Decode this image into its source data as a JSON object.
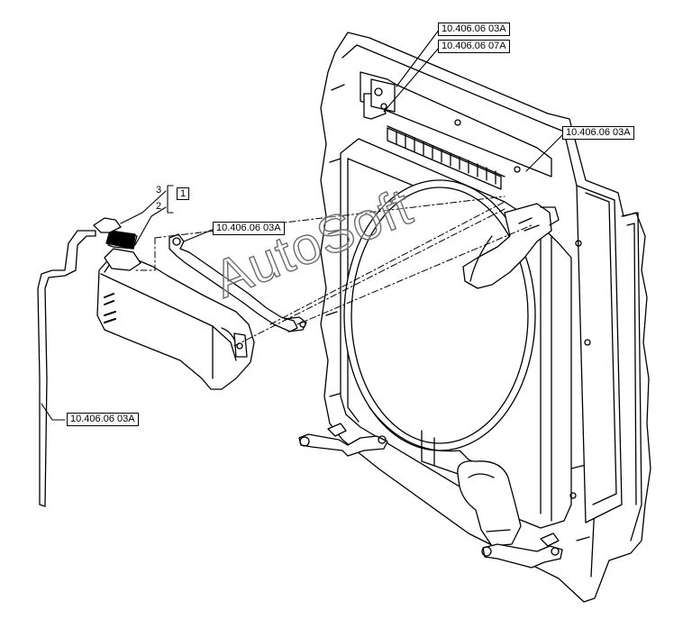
{
  "callouts": {
    "top_1": "10.406.06 03A",
    "top_2": "10.406.06 07A",
    "right": "10.406.06 03A",
    "middle": "10.406.06 03A",
    "bottom_left": "10.406.06 03A"
  },
  "items": {
    "item_3": "3",
    "item_2": "2",
    "item_1": "1"
  },
  "watermark": "AutoSoft"
}
